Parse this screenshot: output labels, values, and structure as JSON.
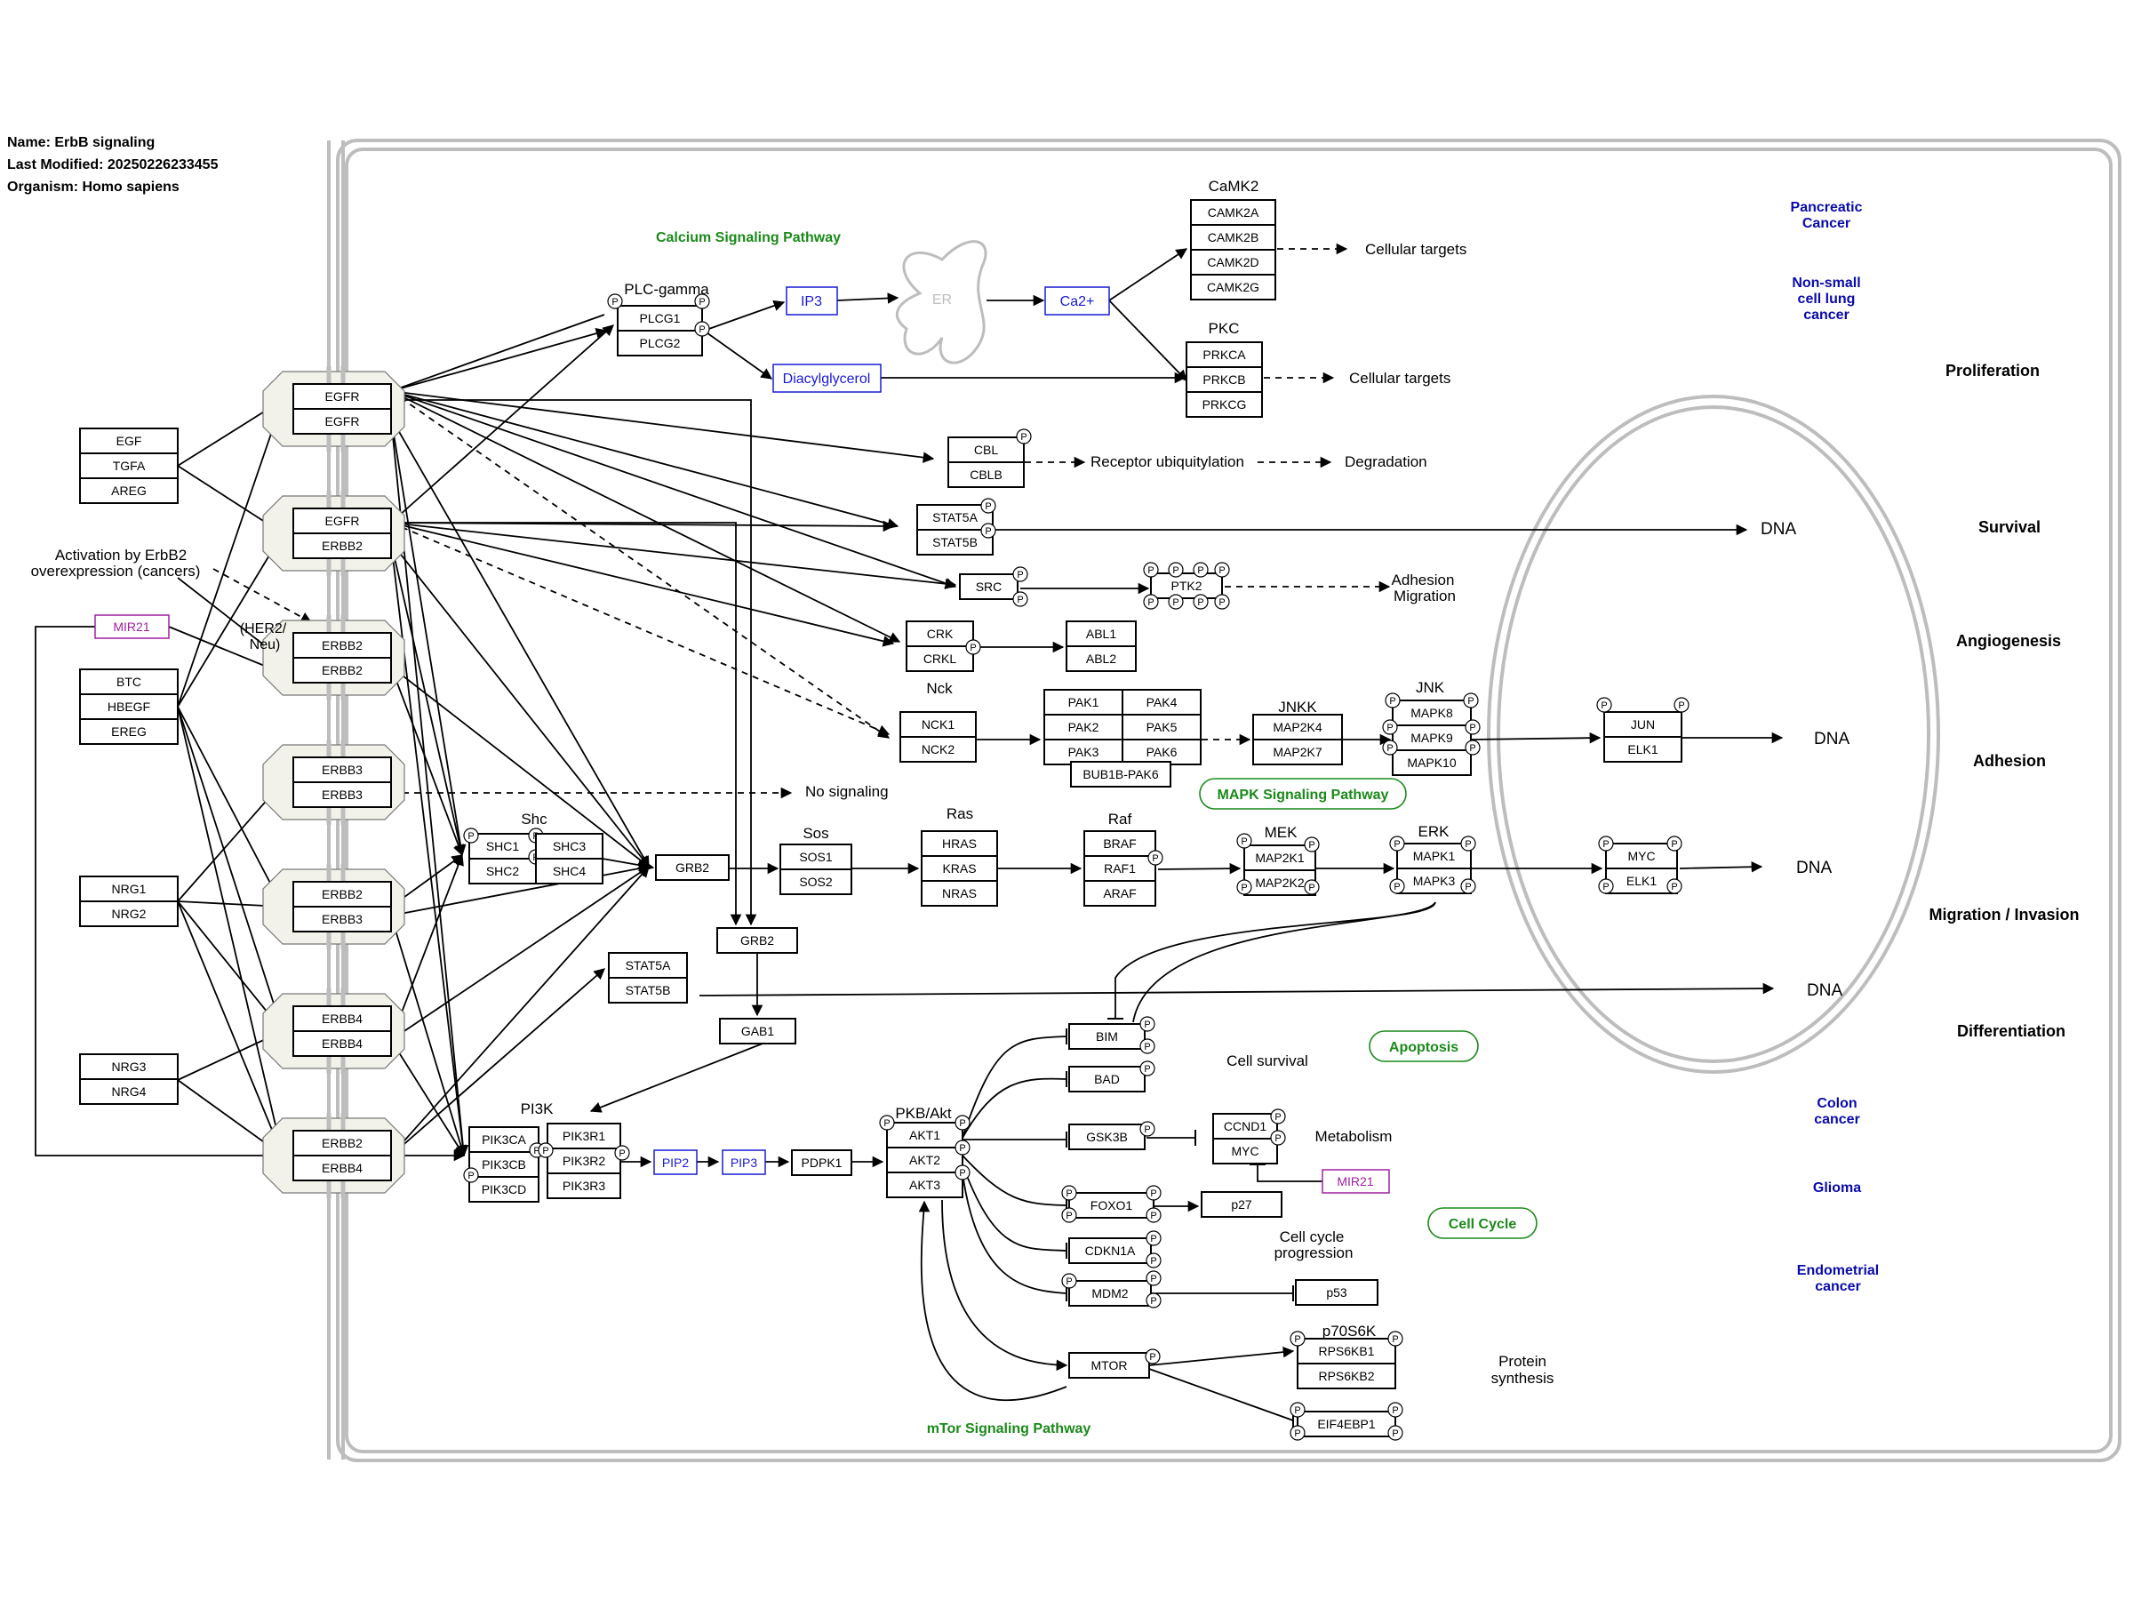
{
  "meta": {
    "name": "Name: ErbB signaling",
    "modified": "Last Modified: 20250226233455",
    "organism": "Organism: Homo sapiens"
  },
  "phospho_label": "P",
  "colors": {
    "pathway_green": "#1a8a1a",
    "metabolite_blue": "#1a1ad4",
    "mirna_magenta": "#a020a0",
    "disease_blue": "#0a0aaa",
    "receptor_fill": "#f2f2ea",
    "membrane_gray": "#bdbdbd"
  },
  "labels": {
    "calcium_pathway": "Calcium Signaling Pathway",
    "mapk_pathway": "MAPK Signaling Pathway",
    "mtor_pathway": "mTor Signaling Pathway",
    "apoptosis": "Apoptosis",
    "cell_cycle": "Cell Cycle",
    "plc_gamma": "PLC-gamma",
    "camk2": "CaMK2",
    "pkc": "PKC",
    "er": "ER",
    "nck": "Nck",
    "jnkk": "JNKK",
    "jnk": "JNK",
    "shc": "Shc",
    "sos": "Sos",
    "ras": "Ras",
    "raf": "Raf",
    "mek": "MEK",
    "erk": "ERK",
    "pi3k": "PI3K",
    "pkb_akt": "PKB/Akt",
    "p70s6k": "p70S6K",
    "activation_1": "Activation by ErbB2",
    "activation_2": "overexpression (cancers)",
    "her2_1": "(HER2/",
    "her2_2": "Neu)",
    "cellular_targets_1": "Cellular targets",
    "cellular_targets_2": "Cellular targets",
    "receptor_ubiq": "Receptor ubiquitylation",
    "degradation": "Degradation",
    "adhesion_1": "Adhesion",
    "migration_1": "Migration",
    "no_signaling": "No signaling",
    "dna_1": "DNA",
    "dna_2": "DNA",
    "dna_3": "DNA",
    "dna_4": "DNA",
    "cell_survival": "Cell survival",
    "metabolism": "Metabolism",
    "cell_cycle_prog_1": "Cell cycle",
    "cell_cycle_prog_2": "progression",
    "protein_syn_1": "Protein",
    "protein_syn_2": "synthesis"
  },
  "outcomes": [
    "Proliferation",
    "Survival",
    "Angiogenesis",
    "Adhesion",
    "Migration / Invasion",
    "Differentiation"
  ],
  "diseases": {
    "pancreatic": [
      "Pancreatic",
      "Cancer"
    ],
    "nsclc": [
      "Non-small",
      "cell lung",
      "cancer"
    ],
    "colon": [
      "Colon",
      "cancer"
    ],
    "glioma": [
      "Glioma"
    ],
    "endometrial": [
      "Endometrial",
      "cancer"
    ]
  },
  "metabolites": {
    "ip3": "IP3",
    "ca2": "Ca2+",
    "dag": "Diacylglycerol",
    "pip2": "PIP2",
    "pip3": "PIP3"
  },
  "mirna": {
    "left": "MIR21",
    "right": "MIR21"
  },
  "receptors": [
    [
      "EGFR",
      "EGFR"
    ],
    [
      "EGFR",
      "ERBB2"
    ],
    [
      "ERBB2",
      "ERBB2"
    ],
    [
      "ERBB3",
      "ERBB3"
    ],
    [
      "ERBB2",
      "ERBB3"
    ],
    [
      "ERBB4",
      "ERBB4"
    ],
    [
      "ERBB2",
      "ERBB4"
    ]
  ],
  "ligands": {
    "egf_group": [
      "EGF",
      "TGFA",
      "AREG"
    ],
    "btc_group": [
      "BTC",
      "HBEGF",
      "EREG"
    ],
    "nrg12": [
      "NRG1",
      "NRG2"
    ],
    "nrg34": [
      "NRG3",
      "NRG4"
    ]
  },
  "genes": {
    "plcg": [
      "PLCG1",
      "PLCG2"
    ],
    "camk2": [
      "CAMK2A",
      "CAMK2B",
      "CAMK2D",
      "CAMK2G"
    ],
    "pkc": [
      "PRKCA",
      "PRKCB",
      "PRKCG"
    ],
    "cbl": [
      "CBL",
      "CBLB"
    ],
    "stat5_top": [
      "STAT5A",
      "STAT5B"
    ],
    "src": [
      "SRC"
    ],
    "ptk2": [
      "PTK2"
    ],
    "crk": [
      "CRK",
      "CRKL"
    ],
    "abl": [
      "ABL1",
      "ABL2"
    ],
    "nck": [
      "NCK1",
      "NCK2"
    ],
    "pak_left": [
      "PAK1",
      "PAK2",
      "PAK3"
    ],
    "pak_right": [
      "PAK4",
      "PAK5",
      "PAK6"
    ],
    "bub": [
      "BUB1B-PAK6"
    ],
    "jnkk": [
      "MAP2K4",
      "MAP2K7"
    ],
    "jnk": [
      "MAPK8",
      "MAPK9",
      "MAPK10"
    ],
    "jun": [
      "JUN",
      "ELK1"
    ],
    "shc_left": [
      "SHC1",
      "SHC2"
    ],
    "shc_right": [
      "SHC3",
      "SHC4"
    ],
    "grb2_a": [
      "GRB2"
    ],
    "sos": [
      "SOS1",
      "SOS2"
    ],
    "ras": [
      "HRAS",
      "KRAS",
      "NRAS"
    ],
    "raf": [
      "BRAF",
      "RAF1",
      "ARAF"
    ],
    "mek": [
      "MAP2K1",
      "MAP2K2"
    ],
    "erk": [
      "MAPK1",
      "MAPK3"
    ],
    "myc_elk": [
      "MYC",
      "ELK1"
    ],
    "grb2_b": [
      "GRB2"
    ],
    "stat5_mid": [
      "STAT5A",
      "STAT5B"
    ],
    "gab1": [
      "GAB1"
    ],
    "pi3k_c": [
      "PIK3CA",
      "PIK3CB",
      "PIK3CD"
    ],
    "pi3k_r": [
      "PIK3R1",
      "PIK3R2",
      "PIK3R3"
    ],
    "pdpk1": [
      "PDPK1"
    ],
    "akt": [
      "AKT1",
      "AKT2",
      "AKT3"
    ],
    "bim": [
      "BIM"
    ],
    "bad": [
      "BAD"
    ],
    "gsk3b": [
      "GSK3B"
    ],
    "ccnd_myc": [
      "CCND1",
      "MYC"
    ],
    "foxo1": [
      "FOXO1"
    ],
    "p27": [
      "p27"
    ],
    "cdkn1a": [
      "CDKN1A"
    ],
    "mdm2": [
      "MDM2"
    ],
    "p53": [
      "p53"
    ],
    "mtor": [
      "MTOR"
    ],
    "rps6kb": [
      "RPS6KB1",
      "RPS6KB2"
    ],
    "eif4ebp1": [
      "EIF4EBP1"
    ]
  }
}
